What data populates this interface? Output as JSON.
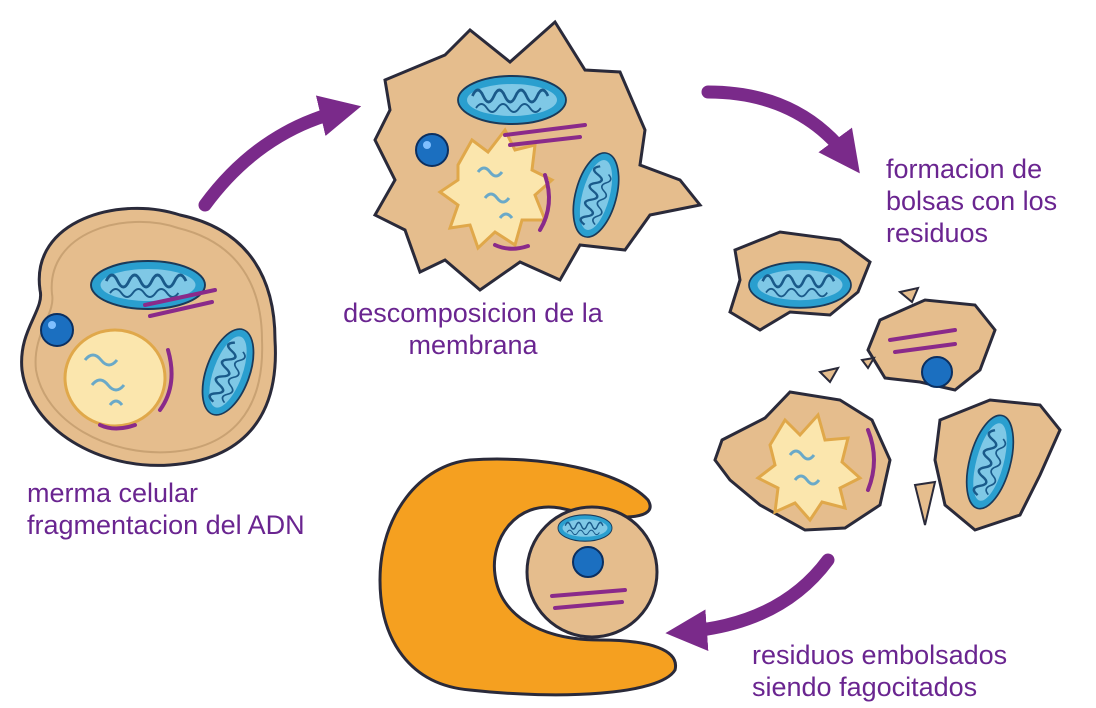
{
  "labels": {
    "stage1": "merma celular\nfragmentacion del ADN",
    "stage2": "descomposicion de la\nmembrana",
    "stage3": "formacion de\nbolsas con los\nresiduos",
    "stage4": "residuos embolsados\nsiendo fagocitados"
  },
  "colors": {
    "cell_fill": "#e5bd8d",
    "cell_outline": "#2a2a3a",
    "nucleus_fill": "#fbe6ad",
    "nucleus_outline": "#e0a84a",
    "mitochondria_fill": "#2a9fcf",
    "mitochondria_inner": "#bfe6f5",
    "organelle_dot": "#1b6fc0",
    "er_stroke": "#8a2a8a",
    "arrow": "#7a2a8a",
    "phagocyte": "#f5a020",
    "text": "#6a2590"
  },
  "icons": [
    "cell-icon",
    "mitochondrion-icon",
    "nucleus-icon",
    "arrow-icon",
    "phagocyte-icon"
  ]
}
